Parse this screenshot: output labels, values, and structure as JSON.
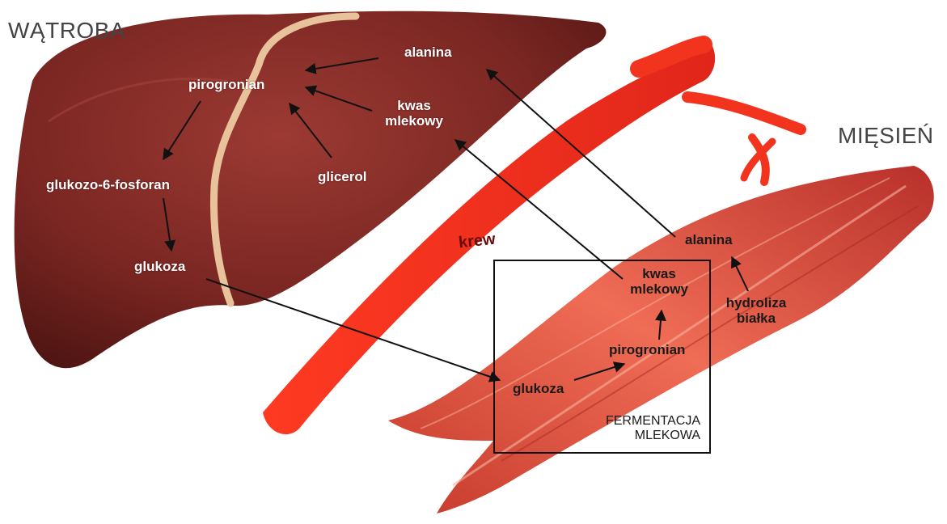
{
  "organs": {
    "liver_title": "WĄTROBA",
    "muscle_title": "MIĘSIEŃ",
    "blood_label": "krew"
  },
  "liver": {
    "alanina": "alanina",
    "pirogronian": "pirogronian",
    "kwas_line1": "kwas",
    "kwas_line2": "mlekowy",
    "glicerol": "glicerol",
    "g6p": "glukozo-6-fosforan",
    "glukoza": "glukoza"
  },
  "muscle": {
    "alanina": "alanina",
    "kwas_line1": "kwas",
    "kwas_line2": "mlekowy",
    "hydroliza_line1": "hydroliza",
    "hydroliza_line2": "białka",
    "pirogronian": "pirogronian",
    "glukoza": "glukoza",
    "box_line1": "FERMENTACJA",
    "box_line2": "MLEKOWA"
  },
  "colors": {
    "liver": "#8a2e2a",
    "liver_dark": "#5e1a17",
    "muscle": "#e35a45",
    "muscle_light": "#f4a08a",
    "blood": "#f2331e",
    "arrow": "#111111"
  }
}
